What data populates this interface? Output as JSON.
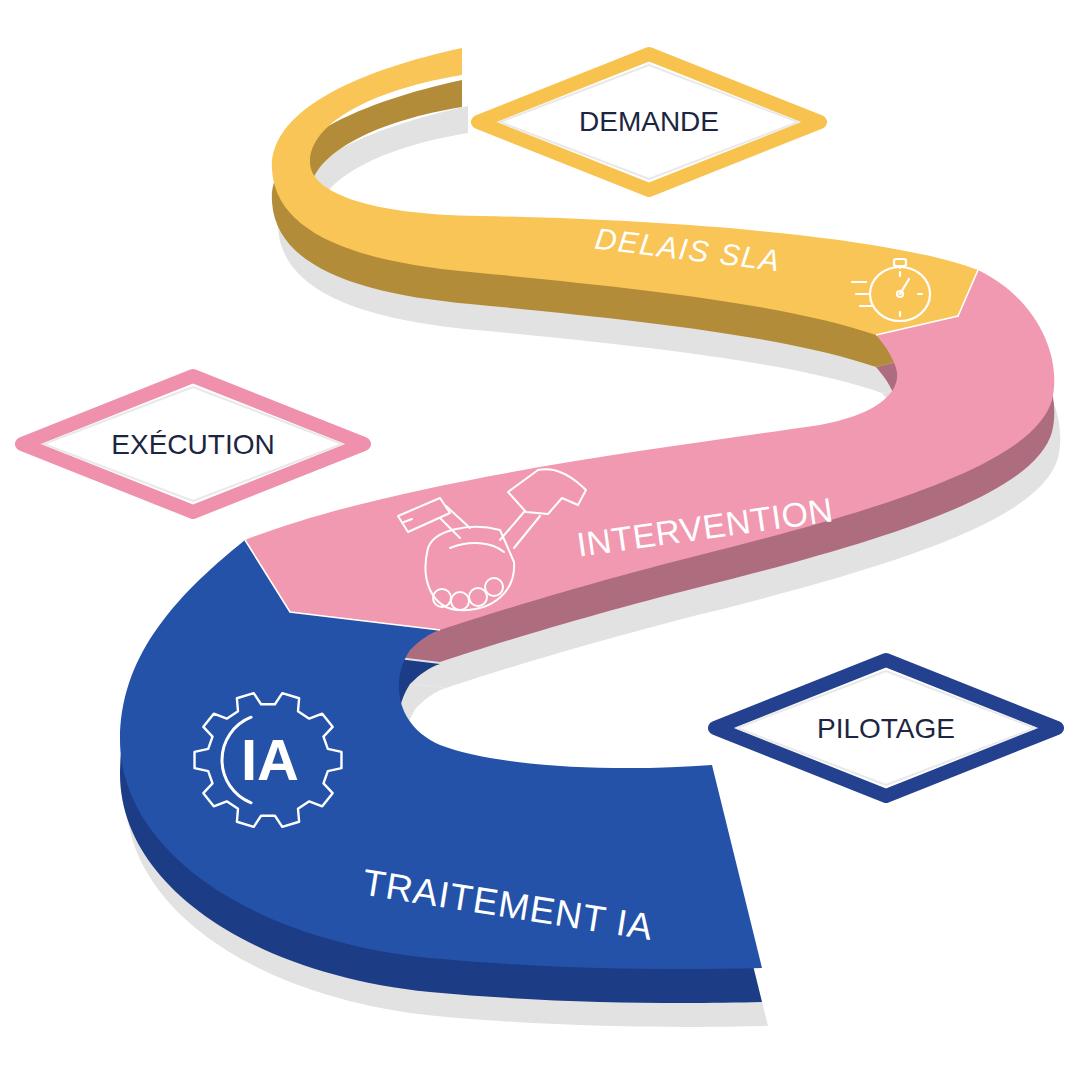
{
  "diagram": {
    "nodes": [
      {
        "text": [
          "DEMANDE"
        ]
      },
      {
        "text": [
          "DELAIS SLA"
        ]
      },
      {
        "text": [
          "EXÉCUTION"
        ]
      },
      {
        "text": [
          "INTERVENTION"
        ]
      },
      {
        "text": [
          "TRAITEMENT IA"
        ]
      },
      {
        "text": [
          "IA"
        ],
        "in": 4
      },
      {
        "text": [
          "PILOTAGE"
        ]
      }
    ]
  }
}
